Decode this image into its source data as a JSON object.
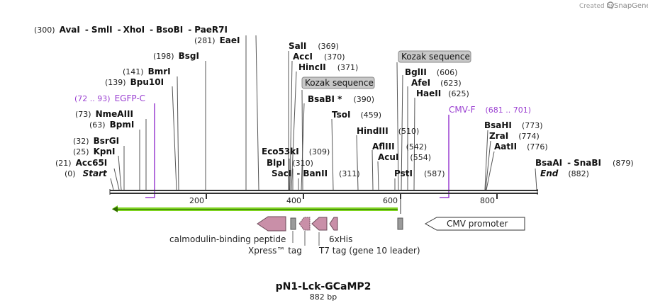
{
  "header": {
    "created_by": "Created by",
    "brand": "SnapGene"
  },
  "sequence": {
    "name": "pN1-Lck-GCaMP2",
    "length_text": "882 bp",
    "length_bp": 882
  },
  "ruler": {
    "ticks": [
      "200",
      "400",
      "600",
      "800"
    ]
  },
  "sites": [
    {
      "pos": "(300)",
      "name": "AvaI"
    },
    {
      "name": "SmlI"
    },
    {
      "name": "XhoI"
    },
    {
      "name": "BsoBI"
    },
    {
      "name": "PaeR7I"
    },
    {
      "pos": "(281)",
      "name": "EaeI"
    },
    {
      "pos": "(198)",
      "name": "BsgI"
    },
    {
      "pos": "(141)",
      "name": "BmrI"
    },
    {
      "pos": "(139)",
      "name": "Bpu10I"
    },
    {
      "pos": "(72 .. 93)",
      "name": "EGFP-C"
    },
    {
      "pos": "(73)",
      "name": "NmeAIII"
    },
    {
      "pos": "(63)",
      "name": "BpmI"
    },
    {
      "pos": "(32)",
      "name": "BsrGI"
    },
    {
      "pos": "(25)",
      "name": "KpnI"
    },
    {
      "pos": "(21)",
      "name": "Acc65I"
    },
    {
      "pos": "(0)",
      "name": "Start"
    },
    {
      "name": "SalI",
      "pos": "(369)"
    },
    {
      "name": "AccI",
      "pos": "(370)"
    },
    {
      "name": "HincII",
      "pos": "(371)"
    },
    {
      "name": "BsaBI *",
      "pos": "(390)"
    },
    {
      "name": "TsoI",
      "pos": "(459)"
    },
    {
      "name": "HindIII",
      "pos": "(510)"
    },
    {
      "name": "AflIII",
      "pos": "(542)"
    },
    {
      "name": "AcuI",
      "pos": "(554)"
    },
    {
      "name": "PstI",
      "pos": "(587)"
    },
    {
      "name": "Eco53kI",
      "pos": "(309)"
    },
    {
      "name": "BlpI",
      "pos": "(310)"
    },
    {
      "name": "SacI"
    },
    {
      "name": "BanII",
      "pos": "(311)"
    },
    {
      "name": "BglII",
      "pos": "(606)"
    },
    {
      "name": "AfeI",
      "pos": "(623)"
    },
    {
      "name": "HaeII",
      "pos": "(625)"
    },
    {
      "name": "CMV-F",
      "pos": "(681 .. 701)"
    },
    {
      "name": "BsaHI",
      "pos": "(773)"
    },
    {
      "name": "ZraI",
      "pos": "(774)"
    },
    {
      "name": "AatII",
      "pos": "(776)"
    },
    {
      "name": "BsaAI"
    },
    {
      "name": "SnaBI",
      "pos": "(879)"
    },
    {
      "name": "End",
      "pos": "(882)"
    }
  ],
  "callouts": [
    {
      "label": "Kozak sequence"
    },
    {
      "label": "Kozak sequence"
    }
  ],
  "features": [
    {
      "label": "calmodulin-binding peptide"
    },
    {
      "label": "Xpress™ tag"
    },
    {
      "label": "6xHis"
    },
    {
      "label": "T7 tag (gene 10 leader)"
    },
    {
      "label": "CMV promoter"
    }
  ],
  "colors": {
    "backbone": "#333333",
    "primer": "#9a3fd1",
    "orf": "#7ed321",
    "feature_pink": "#c98fa8",
    "feature_gray": "#9b9b9b"
  }
}
